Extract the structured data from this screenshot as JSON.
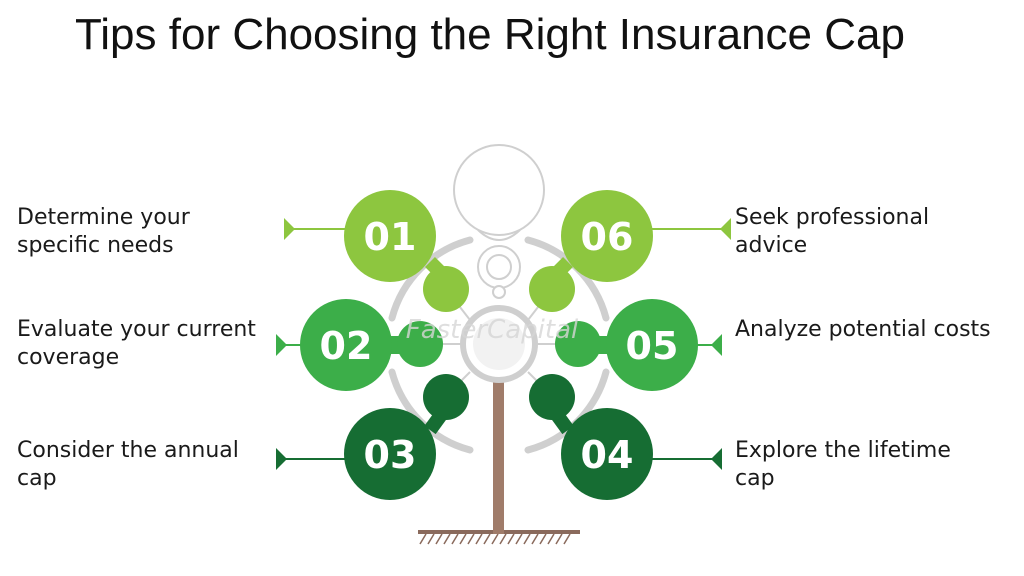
{
  "title": "Tips for Choosing the Right Insurance Cap",
  "watermark": "FasterCapital",
  "colors": {
    "light_green": "#8dc63f",
    "mid_green": "#3cae49",
    "dark_green": "#166d33",
    "trunk": "#a07c6a",
    "connector": "#cfcfcf"
  },
  "tips": [
    {
      "number": "01",
      "lines": [
        "Determine your",
        "specific needs"
      ]
    },
    {
      "number": "02",
      "lines": [
        "Evaluate your current",
        "coverage"
      ]
    },
    {
      "number": "03",
      "lines": [
        "Consider the annual",
        "cap"
      ]
    },
    {
      "number": "04",
      "lines": [
        "Explore the lifetime",
        "cap"
      ]
    },
    {
      "number": "05",
      "lines": [
        "Analyze potential costs"
      ]
    },
    {
      "number": "06",
      "lines": [
        "Seek professional",
        "advice"
      ]
    }
  ]
}
